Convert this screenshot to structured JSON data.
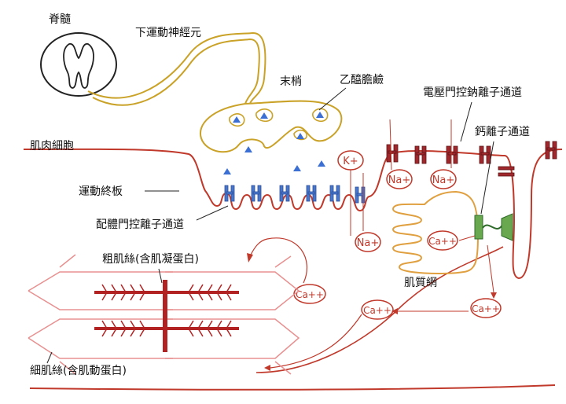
{
  "labels": {
    "spinal_cord": "脊髓",
    "motor_neuron": "下運動神經元",
    "terminal": "末梢",
    "acetylcholine": "乙醯膽鹼",
    "voltage_na_channel": "電壓門控鈉離子通道",
    "calcium_channel": "鈣離子通道",
    "muscle_cell": "肌肉細胞",
    "end_plate": "運動終板",
    "ligand_channel": "配體門控離子通道",
    "thick_filament": "粗肌絲(含肌凝蛋白)",
    "thin_filament": "細肌絲(含肌動蛋白)",
    "sarcoplasmic_reticulum": "肌質網"
  },
  "ions": {
    "k": "K+",
    "na": "Na+",
    "ca": "Ca++"
  },
  "colors": {
    "neuron": "#c9a227",
    "membrane": "#c0392b",
    "receptor": "#4a76c9",
    "na_channel": "#a0282d",
    "sr": "#e0a040",
    "ca_release": "#6aa84f",
    "myosin": "#b22222",
    "actin": "#e89090"
  }
}
